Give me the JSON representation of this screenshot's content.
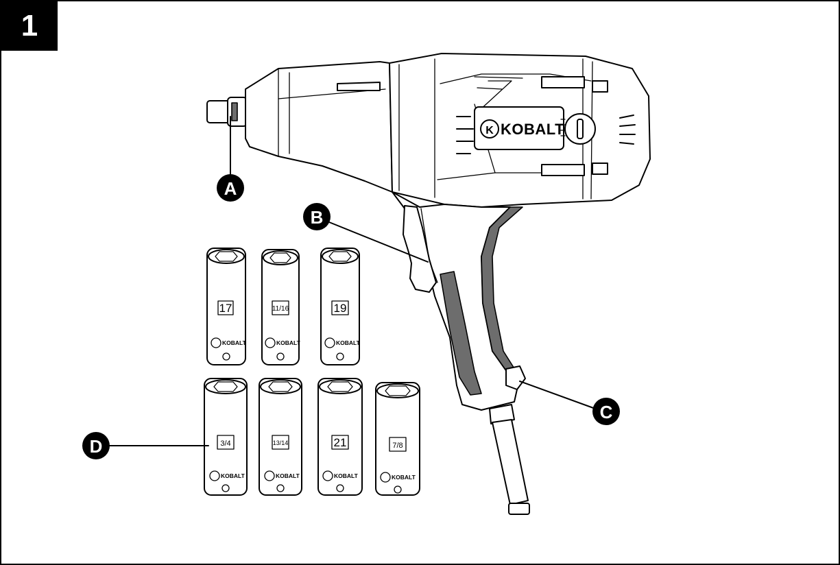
{
  "figure": {
    "number": "1"
  },
  "brand": {
    "name": "KOBALT",
    "mark": "K"
  },
  "callouts": [
    {
      "id": "a",
      "label": "A"
    },
    {
      "id": "b",
      "label": "B"
    },
    {
      "id": "c",
      "label": "C"
    },
    {
      "id": "d",
      "label": "D"
    }
  ],
  "sockets": {
    "top_row": [
      "17",
      "11/16",
      "19"
    ],
    "bottom_row": [
      "3/4",
      "13/14",
      "21",
      "7/8"
    ]
  },
  "colors": {
    "line": "#000000",
    "grip": "#6d6d6d",
    "background": "#ffffff"
  }
}
